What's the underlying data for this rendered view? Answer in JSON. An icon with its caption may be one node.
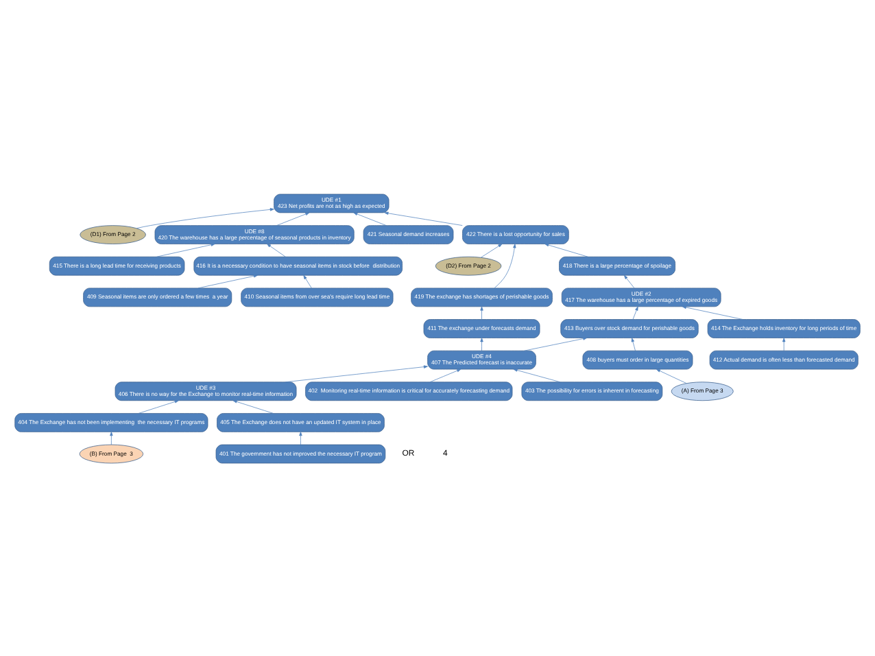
{
  "diagram": {
    "nodes": [
      {
        "text": [
          "UDE #1",
          "423 Net profits are not as high as expected"
        ]
      },
      {
        "text": [
          "(D1) From Page 2"
        ]
      },
      {
        "text": [
          "(D2) From Page 2"
        ]
      },
      {
        "text": [
          "UDE #8",
          "420 The warehouse has a large percentage of seasonal products in inventory"
        ]
      },
      {
        "text": [
          "421 Seasonal demand increases"
        ]
      },
      {
        "text": [
          "422 There is a lost opportunity for sales"
        ]
      },
      {
        "text": [
          "418 There is a large percentage of spoilage"
        ]
      },
      {
        "text": [
          "415 There is a long lead time for receiving products"
        ]
      },
      {
        "text": [
          "416 It is a necessary condition to have seasonal items in stock before  distribution"
        ]
      },
      {
        "text": [
          "419 The exchange has shortages of perishable goods"
        ]
      },
      {
        "text": [
          "UDE #2",
          "417 The warehouse has a large percentage of expired goods"
        ]
      },
      {
        "text": [
          "409 Seasonal items are only ordered a few times  a year"
        ]
      },
      {
        "text": [
          "410 Seasonal items from over sea's require long lead time"
        ]
      },
      {
        "text": [
          "411 The exchange under forecasts demand"
        ]
      },
      {
        "text": [
          "413 Buyers over stock demand for perishable goods"
        ]
      },
      {
        "text": [
          "414 The Exchange holds inventory for long periods of time"
        ]
      },
      {
        "text": [
          "404 The Exchange has not been implementing  the necessary IT programs"
        ]
      },
      {
        "text": [
          "UDE #3",
          "406 There is no way for the Exchange to monitor real-time information"
        ]
      },
      {
        "text": [
          "412 Actual demand is often less than forecasted demand"
        ]
      },
      {
        "text": [
          "UDE #4",
          "407 The Predicted forecast is inaccurate"
        ]
      },
      {
        "text": [
          "405 The Exchange does not have an updated IT system in place"
        ]
      },
      {
        "text": [
          "408 buyers must order in large quantities"
        ]
      },
      {
        "text": [
          "(B) From Page  3"
        ]
      },
      {
        "text": [
          "401 The government has not improved the necessary IT program"
        ]
      },
      {
        "text": [
          "402  Monitoring real-time information is critical for accurately forecasting demand"
        ]
      },
      {
        "text": [
          "403 The possibility for errors is inherent in forecasting"
        ]
      },
      {
        "text": [
          "(A) From Page 3"
        ]
      }
    ],
    "edges": [
      {
        "from": 1,
        "to": 0,
        "arrow": "to"
      },
      {
        "from": 2,
        "to": 5,
        "arrow": "to"
      },
      {
        "from": 5,
        "to": 0,
        "arrow": "to"
      },
      {
        "from": 4,
        "to": 0,
        "arrow": "to"
      },
      {
        "from": 3,
        "to": 0,
        "arrow": "to"
      },
      {
        "from": 7,
        "to": 3,
        "arrow": "to"
      },
      {
        "from": 8,
        "to": 3,
        "arrow": "to"
      },
      {
        "from": 11,
        "to": 8,
        "arrow": "to"
      },
      {
        "from": 12,
        "to": 8,
        "arrow": "to"
      },
      {
        "from": 9,
        "to": 5,
        "arrow": "to"
      },
      {
        "from": 6,
        "to": 5,
        "arrow": "to"
      },
      {
        "from": 10,
        "to": 6,
        "arrow": "to"
      },
      {
        "from": 13,
        "to": 9,
        "arrow": "to"
      },
      {
        "from": 14,
        "to": 10,
        "arrow": "to"
      },
      {
        "from": 15,
        "to": 10,
        "arrow": "to"
      },
      {
        "from": 18,
        "to": 15,
        "arrow": "to"
      },
      {
        "from": 19,
        "to": 13,
        "arrow": "to"
      },
      {
        "from": 19,
        "to": 14,
        "arrow": "to"
      },
      {
        "from": 21,
        "to": 14,
        "arrow": "to"
      },
      {
        "from": 26,
        "to": 21,
        "arrow": "to"
      },
      {
        "from": 16,
        "to": 17,
        "arrow": "to"
      },
      {
        "from": 20,
        "to": 17,
        "arrow": "to"
      },
      {
        "from": 23,
        "to": 20,
        "arrow": "to"
      },
      {
        "from": 22,
        "to": 16,
        "arrow": "to"
      },
      {
        "from": 17,
        "to": 19,
        "arrow": "to"
      },
      {
        "from": 24,
        "to": 19,
        "arrow": "to"
      },
      {
        "from": 25,
        "to": 19,
        "arrow": "to"
      }
    ],
    "labels": [
      "OR",
      "4"
    ]
  }
}
